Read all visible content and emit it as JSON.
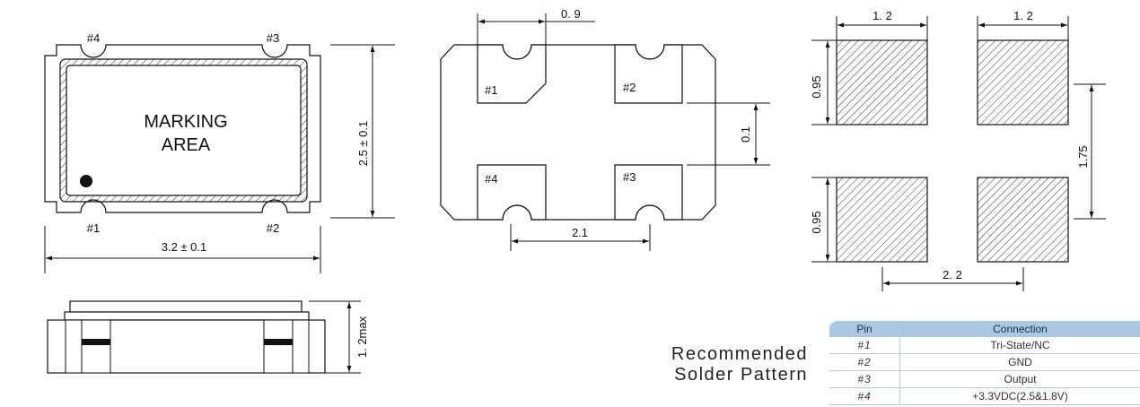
{
  "top_view": {
    "pins": [
      "#4",
      "#3",
      "#1",
      "#2"
    ],
    "marking_line1": "MARKING",
    "marking_line2": "AREA",
    "width_dim": "3.2 ± 0.1",
    "height_dim": "2.5 ± 0.1"
  },
  "side_view": {
    "height_dim": "1. 2max"
  },
  "bottom_view": {
    "pins": [
      "#1",
      "#2",
      "#4",
      "#3"
    ],
    "pad_dim": "0. 9",
    "gap_dim": "0.1",
    "pitch_dim": "2.1"
  },
  "solder_pattern": {
    "pad_width_left": "1. 2",
    "pad_width_right": "1. 2",
    "pad_height_top": "0.95",
    "pad_height_bottom": "0.95",
    "vertical_pitch": "1.75",
    "horizontal_pitch": "2. 2",
    "title_line1": "Recommended",
    "title_line2": "Solder Pattern"
  },
  "pin_table": {
    "headers": [
      "Pin",
      "Connection"
    ],
    "rows": [
      {
        "pin": "#1",
        "connection": "Tri-State/NC"
      },
      {
        "pin": "#2",
        "connection": "GND"
      },
      {
        "pin": "#3",
        "connection": "Output"
      },
      {
        "pin": "#4",
        "connection": "+3.3VDC(2.5&1.8V)"
      }
    ]
  }
}
